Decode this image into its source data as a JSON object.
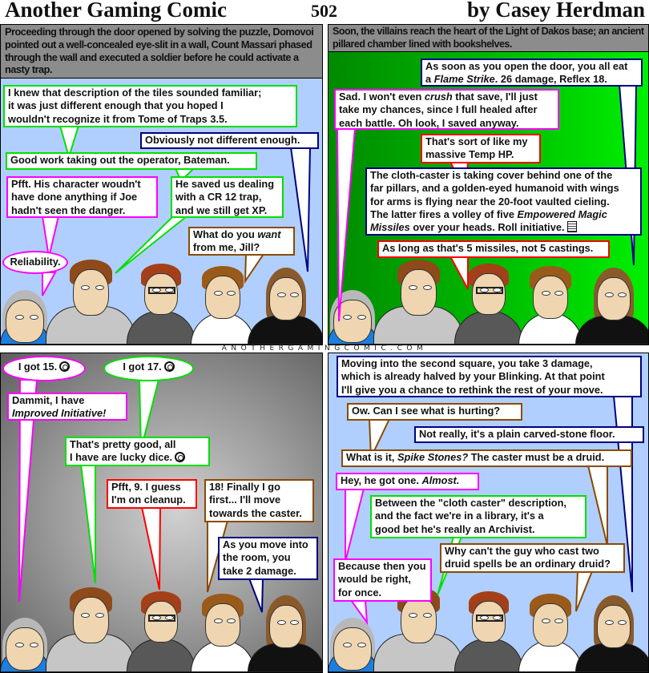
{
  "header": {
    "title": "Another Gaming Comic",
    "number": "502",
    "author": "by Casey Herdman"
  },
  "footer": "ANOTHERGAMINGCOMIC.COM",
  "colors": {
    "navy_dm": "#00007f",
    "green": "#00e000",
    "magenta": "#ff00ff",
    "red": "#ff0000",
    "brown": "#8b4a00",
    "caption_bg": "#8c8c8c"
  },
  "panels": [
    {
      "caption": "Proceeding through the door opened by solving the puzzle, Domovoi pointed out a well-concealed eye-slit in a wall, Count Massari phased through the wall and executed a soldier before he could activate a nasty trap.",
      "bubbles": [
        {
          "id": "p1-knew",
          "speaker_color": "#00e000",
          "segments": [
            {
              "t": "I knew that description of the tiles sounded familiar;\nit was just different enough that you hoped I\nwouldn't recognize it from Tome of Traps 3.5."
            }
          ]
        },
        {
          "id": "p1-obviously",
          "speaker_color": "#00007f",
          "segments": [
            {
              "t": "Obviously not different enough."
            }
          ]
        },
        {
          "id": "p1-goodwork",
          "speaker_color": "#00e000",
          "segments": [
            {
              "t": "Good work taking out the operator, Bateman."
            }
          ]
        },
        {
          "id": "p1-pfft",
          "speaker_color": "#ff00ff",
          "segments": [
            {
              "t": "Pfft. His character woudn't\nhave done anything if Joe\nhadn't seen the danger."
            }
          ]
        },
        {
          "id": "p1-saved",
          "speaker_color": "#00e000",
          "segments": [
            {
              "t": "He saved us dealing\nwith a CR 12 trap,\nand we still get XP."
            }
          ]
        },
        {
          "id": "p1-whatdo",
          "speaker_color": "#8b4a00",
          "segments": [
            {
              "t": "What do you "
            },
            {
              "t": "want",
              "i": true
            },
            {
              "t": "\nfrom me, Jill?"
            }
          ]
        },
        {
          "id": "p1-reliability",
          "speaker_color": "#ff00ff",
          "shape": "ellipse",
          "segments": [
            {
              "t": "Reliability."
            }
          ]
        }
      ]
    },
    {
      "caption": "Soon, the villains reach the heart of the Light of Dakos base; an ancient pillared chamber lined with bookshelves.",
      "bubbles": [
        {
          "id": "p2-flame",
          "speaker_color": "#00007f",
          "segments": [
            {
              "t": "As soon as you open the door, you all eat\na "
            },
            {
              "t": "Flame Strike",
              "i": true
            },
            {
              "t": ". 26 damage, Reflex 18."
            }
          ]
        },
        {
          "id": "p2-sad",
          "speaker_color": "#ff00ff",
          "segments": [
            {
              "t": "Sad. I won't even "
            },
            {
              "t": "crush",
              "i": true
            },
            {
              "t": " that save, I'll just\ntake my chances, since I full healed after\neach battle. Oh look, I saved anyway."
            }
          ]
        },
        {
          "id": "p2-temphp",
          "speaker_color": "#ff0000",
          "segments": [
            {
              "t": "That's sort of like my\nmassive Temp HP."
            }
          ]
        },
        {
          "id": "p2-cloth",
          "speaker_color": "#00007f",
          "icon": "notes-icon",
          "segments": [
            {
              "t": "The cloth-caster is taking cover behind one of the\nfar pillars, and a golden-eyed humanoid with wings\nfor arms is flying near the 20-foot vaulted cieling.\nThe latter fires a volley of five "
            },
            {
              "t": "Empowered Magic\nMissiles",
              "i": true
            },
            {
              "t": " over your heads. Roll initiative."
            }
          ]
        },
        {
          "id": "p2-aslong",
          "speaker_color": "#ff0000",
          "segments": [
            {
              "t": "As long as that's 5 missiles, not 5 castings."
            }
          ]
        }
      ]
    },
    {
      "caption": "",
      "bubbles": [
        {
          "id": "p3-got15",
          "speaker_color": "#ff00ff",
          "shape": "ellipse",
          "icon": "dice-icon",
          "segments": [
            {
              "t": "I got 15."
            }
          ]
        },
        {
          "id": "p3-got17",
          "speaker_color": "#00e000",
          "shape": "ellipse",
          "icon": "dice-icon",
          "segments": [
            {
              "t": "I got 17."
            }
          ]
        },
        {
          "id": "p3-dammit",
          "speaker_color": "#ff00ff",
          "segments": [
            {
              "t": "Dammit, I have\n "
            },
            {
              "t": "Improved Initiative!",
              "i": true
            }
          ]
        },
        {
          "id": "p3-pretty",
          "speaker_color": "#00e000",
          "icon": "dice-icon",
          "segments": [
            {
              "t": "That's pretty good, all\nI have are lucky dice."
            }
          ]
        },
        {
          "id": "p3-pfft9",
          "speaker_color": "#ff0000",
          "segments": [
            {
              "t": "Pfft, 9. I guess\nI'm on cleanup."
            }
          ]
        },
        {
          "id": "p3-eighteen",
          "speaker_color": "#8b4a00",
          "segments": [
            {
              "t": "18! Finally I go\nfirst... I'll move\ntowards the caster."
            }
          ]
        },
        {
          "id": "p3-move",
          "speaker_color": "#00007f",
          "segments": [
            {
              "t": "As you move into\nthe room, you\ntake 2 damage."
            }
          ]
        }
      ]
    },
    {
      "caption": "",
      "bubbles": [
        {
          "id": "p4-moving",
          "speaker_color": "#00007f",
          "segments": [
            {
              "t": "Moving into the second square, you take 3 damage,\nwhich is already halved by your Blinking. At that point\nI'll give you a chance to rethink the rest of your move."
            }
          ]
        },
        {
          "id": "p4-ow",
          "speaker_color": "#8b4a00",
          "segments": [
            {
              "t": "Ow. Can I see what is hurting?"
            }
          ]
        },
        {
          "id": "p4-notreally",
          "speaker_color": "#00007f",
          "segments": [
            {
              "t": "Not really, it's a plain carved-stone floor."
            }
          ]
        },
        {
          "id": "p4-whatis",
          "speaker_color": "#8b4a00",
          "segments": [
            {
              "t": "What is it, "
            },
            {
              "t": "Spike Stones?",
              "i": true
            },
            {
              "t": " The caster must be a druid."
            }
          ]
        },
        {
          "id": "p4-hey",
          "speaker_color": "#ff00ff",
          "segments": [
            {
              "t": "Hey, he got one. "
            },
            {
              "t": "Almost.",
              "i": true
            }
          ]
        },
        {
          "id": "p4-between",
          "speaker_color": "#00e000",
          "segments": [
            {
              "t": "Between the \"cloth caster\" description,\nand the fact we're in a library, it's a\ngood bet he's really an Archivist."
            }
          ]
        },
        {
          "id": "p4-whycant",
          "speaker_color": "#8b4a00",
          "segments": [
            {
              "t": "Why can't the guy who cast two\ndruid spells be an ordinary druid?"
            }
          ]
        },
        {
          "id": "p4-because",
          "speaker_color": "#ff00ff",
          "segments": [
            {
              "t": "Because then you\nwould be right,\nfor once."
            }
          ]
        }
      ]
    }
  ]
}
